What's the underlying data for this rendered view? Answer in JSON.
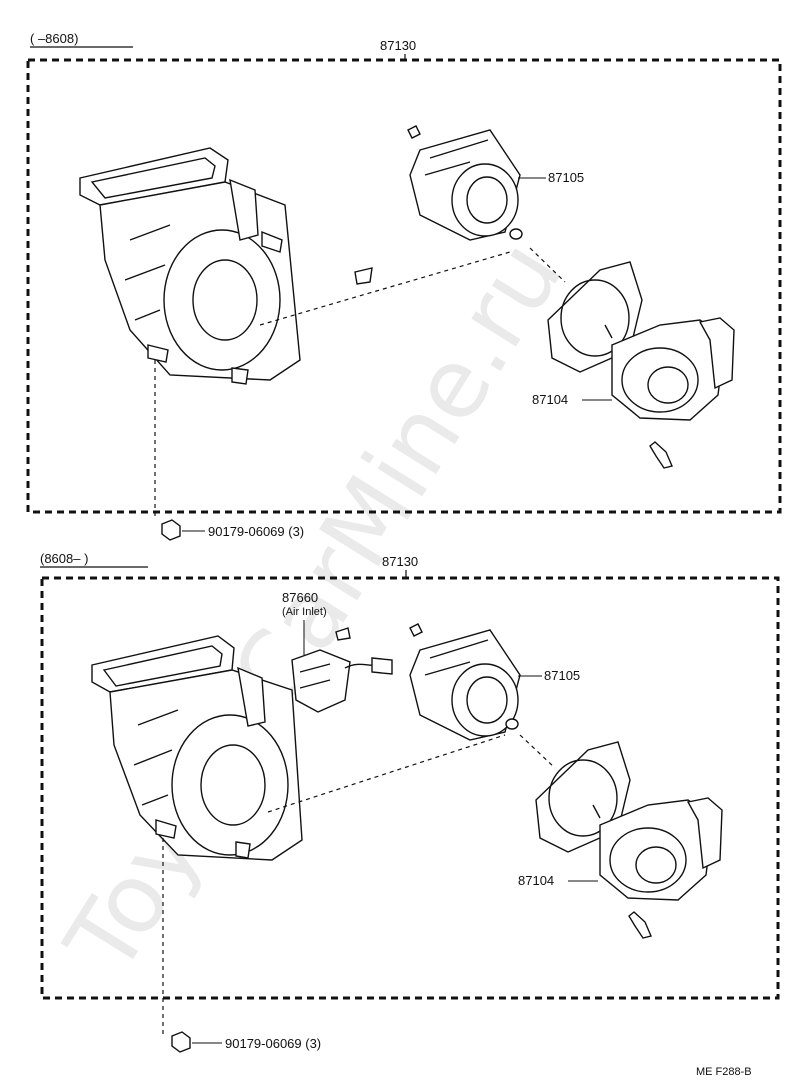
{
  "watermark": "ToyotaCarMine.ru",
  "sections": [
    {
      "range_label": "(     –8608)",
      "assembly_part": "87130",
      "parts": {
        "filter": "87105",
        "motor": "87104",
        "nut": "90179-06069 (3)"
      }
    },
    {
      "range_label": "(8608–      )",
      "assembly_part": "87130",
      "parts": {
        "air_inlet": "87660",
        "air_inlet_note": "(Air Inlet)",
        "filter": "87105",
        "motor": "87104",
        "nut": "90179-06069 (3)"
      }
    }
  ],
  "footer_code": "ME  F288-B"
}
